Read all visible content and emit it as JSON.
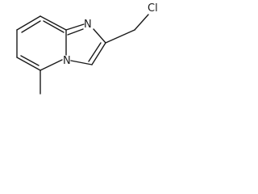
{
  "molecule": {
    "atoms": {
      "chlorine": "Cl",
      "ring_nitrogen_top": "N",
      "ring_nitrogen_bridge": "N"
    }
  }
}
